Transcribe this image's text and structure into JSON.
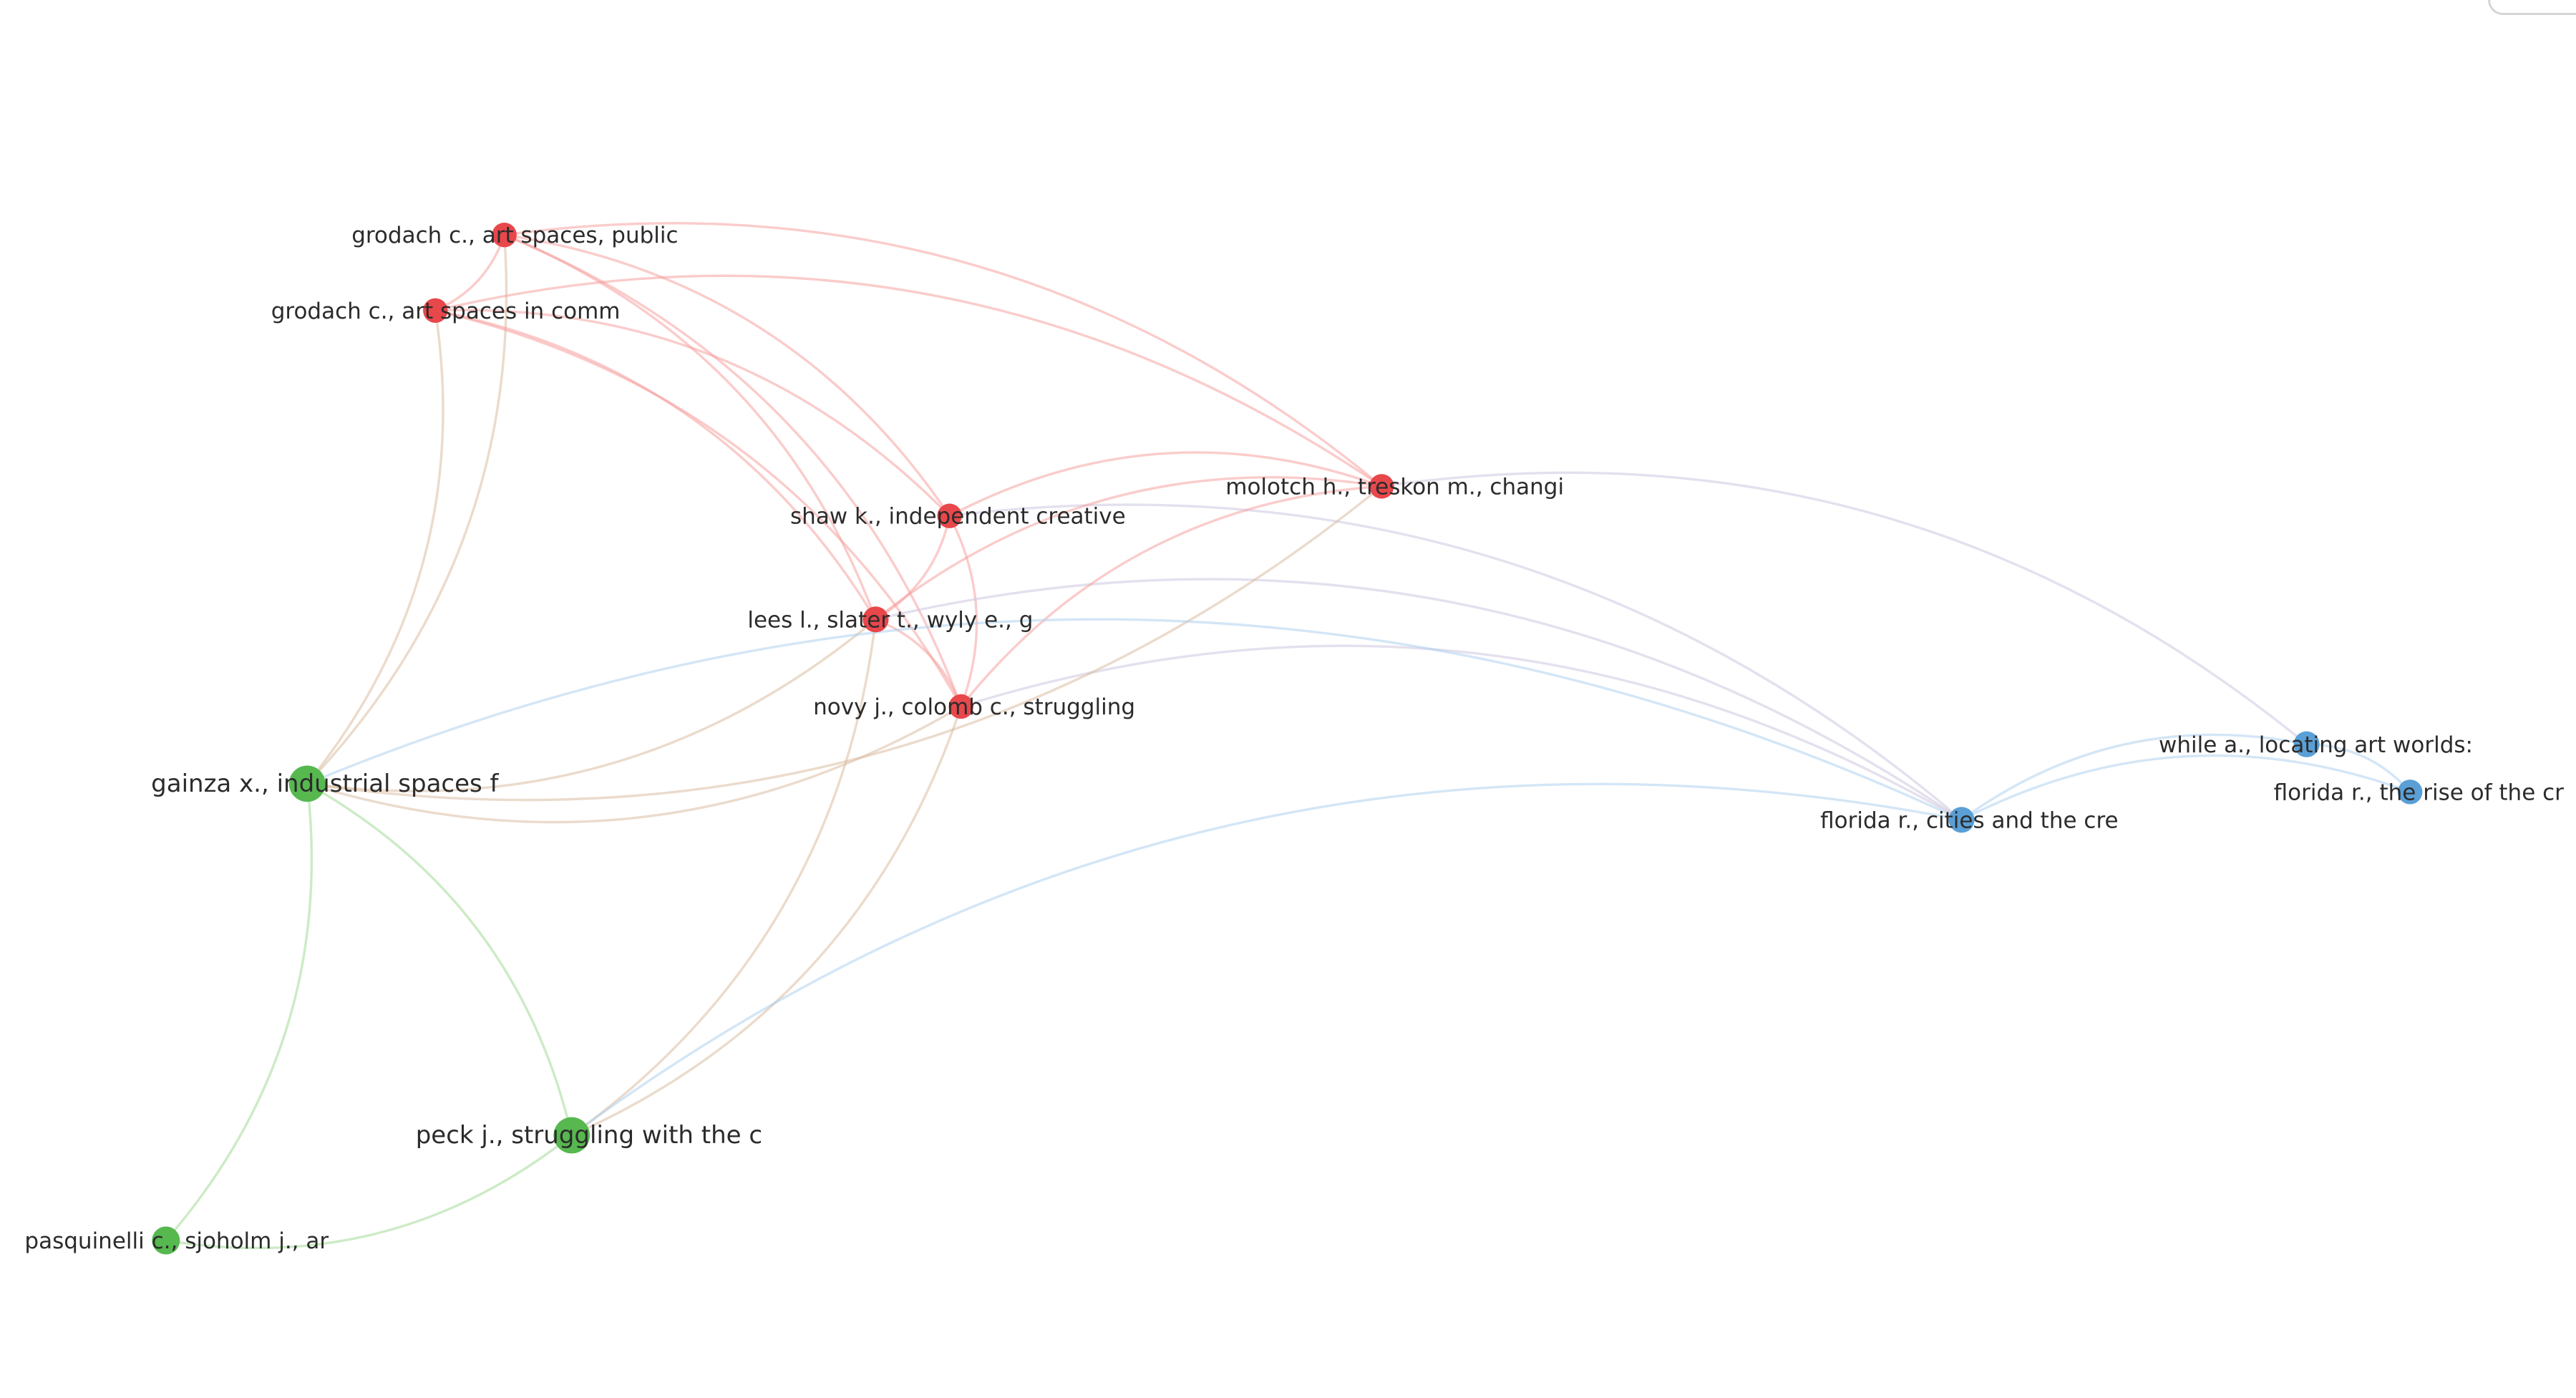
{
  "colors": {
    "cluster_red": "#e8474b",
    "cluster_green": "#56b84f",
    "cluster_blue": "#5a9fd6",
    "edge_red": "#f59a98",
    "edge_green": "#9ad88e",
    "edge_blue": "#a8cdee",
    "edge_mixed_red_green": "#d8b89a",
    "edge_mixed_red_blue": "#c9c2de",
    "background": "#ffffff"
  },
  "nodes": [
    {
      "id": "grodach_public",
      "label": "grodach c., art spaces, public",
      "cluster": "red",
      "weight": 1.0
    },
    {
      "id": "grodach_comm",
      "label": "grodach c., art spaces in comm",
      "cluster": "red",
      "weight": 1.0
    },
    {
      "id": "shaw",
      "label": "shaw k., independent creative",
      "cluster": "red",
      "weight": 1.0
    },
    {
      "id": "molotch",
      "label": "molotch h., treskon m., changi",
      "cluster": "red",
      "weight": 1.0
    },
    {
      "id": "lees",
      "label": "lees l., slater t., wyly e., g",
      "cluster": "red",
      "weight": 1.05
    },
    {
      "id": "novy",
      "label": "novy j., colomb c., struggling",
      "cluster": "red",
      "weight": 1.0
    },
    {
      "id": "gainza",
      "label": "gainza x., industrial spaces f",
      "cluster": "green",
      "weight": 1.3
    },
    {
      "id": "peck",
      "label": "peck j., struggling with the c",
      "cluster": "green",
      "weight": 1.3
    },
    {
      "id": "pasquinelli",
      "label": "pasquinelli c., sjoholm j., ar",
      "cluster": "green",
      "weight": 1.0
    },
    {
      "id": "florida_cities",
      "label": "florida r., cities and the cre",
      "cluster": "blue",
      "weight": 1.05
    },
    {
      "id": "while",
      "label": "while a., locating art worlds:",
      "cluster": "blue",
      "weight": 1.05
    },
    {
      "id": "florida_rise",
      "label": "florida r., the rise of the cr",
      "cluster": "blue",
      "weight": 1.0
    }
  ],
  "edges": [
    [
      "grodach_public",
      "grodach_comm"
    ],
    [
      "grodach_public",
      "shaw"
    ],
    [
      "grodach_public",
      "lees"
    ],
    [
      "grodach_public",
      "novy"
    ],
    [
      "grodach_public",
      "molotch"
    ],
    [
      "grodach_public",
      "gainza"
    ],
    [
      "grodach_comm",
      "shaw"
    ],
    [
      "grodach_comm",
      "lees"
    ],
    [
      "grodach_comm",
      "novy"
    ],
    [
      "grodach_comm",
      "gainza"
    ],
    [
      "grodach_comm",
      "molotch"
    ],
    [
      "shaw",
      "lees"
    ],
    [
      "shaw",
      "novy"
    ],
    [
      "shaw",
      "molotch"
    ],
    [
      "shaw",
      "florida_cities"
    ],
    [
      "lees",
      "novy"
    ],
    [
      "lees",
      "molotch"
    ],
    [
      "lees",
      "peck"
    ],
    [
      "lees",
      "gainza"
    ],
    [
      "lees",
      "florida_cities"
    ],
    [
      "novy",
      "molotch"
    ],
    [
      "novy",
      "gainza"
    ],
    [
      "novy",
      "peck"
    ],
    [
      "novy",
      "florida_cities"
    ],
    [
      "molotch",
      "gainza"
    ],
    [
      "molotch",
      "while"
    ],
    [
      "gainza",
      "peck"
    ],
    [
      "gainza",
      "pasquinelli"
    ],
    [
      "gainza",
      "florida_cities"
    ],
    [
      "peck",
      "pasquinelli"
    ],
    [
      "peck",
      "florida_cities"
    ],
    [
      "florida_cities",
      "while"
    ],
    [
      "florida_cities",
      "florida_rise"
    ],
    [
      "while",
      "florida_rise"
    ]
  ]
}
